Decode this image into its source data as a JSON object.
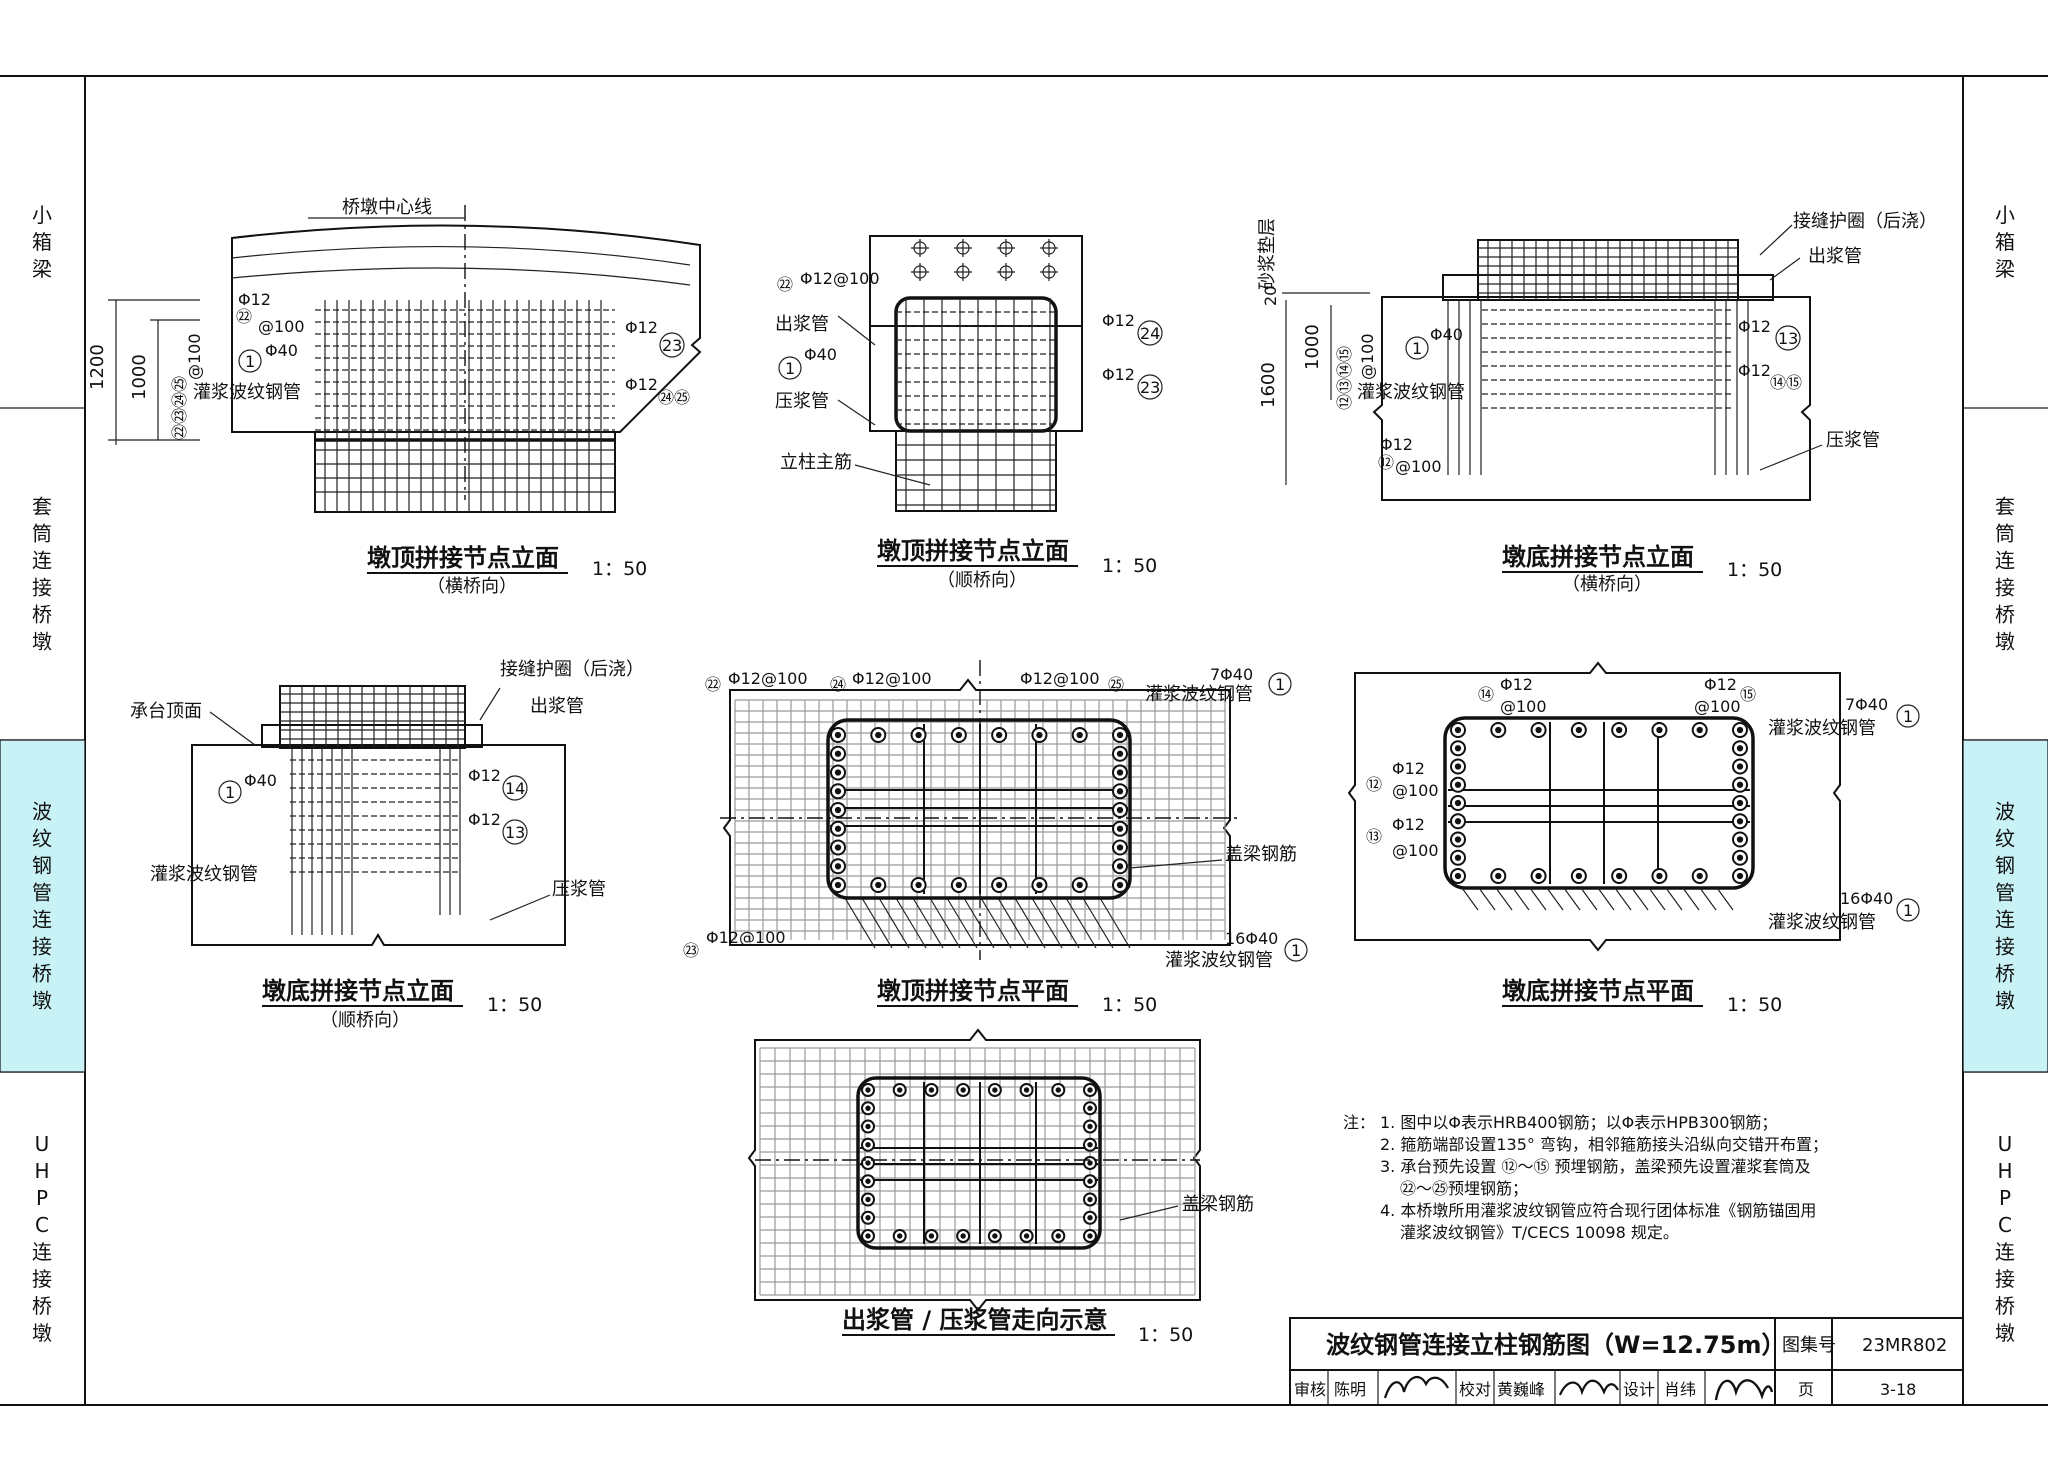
{
  "side_tabs": [
    "小箱梁",
    "套筒连接桥墩",
    "波纹钢管连接桥墩",
    "UHPC连接桥墩"
  ],
  "active_tab_color": "#c8f2f6",
  "views": {
    "v1": {
      "title": "墩顶拼接节点立面",
      "sub": "（横桥向）",
      "scale": "1：50"
    },
    "v2": {
      "title": "墩顶拼接节点立面",
      "sub": "（顺桥向）",
      "scale": "1：50"
    },
    "v3": {
      "title": "墩底拼接节点立面",
      "sub": "（横桥向）",
      "scale": "1：50"
    },
    "v4": {
      "title": "墩底拼接节点立面",
      "sub": "（顺桥向）",
      "scale": "1：50"
    },
    "v5": {
      "title": "墩顶拼接节点平面",
      "scale": "1：50"
    },
    "v6": {
      "title": "墩底拼接节点平面",
      "scale": "1：50"
    },
    "v7": {
      "title": "出浆管 / 压浆管走向示意",
      "scale": "1：50"
    }
  },
  "labels": {
    "pier_centerline": "桥墩中心线",
    "grout_pipe": "灌浆波纹钢管",
    "outlet_pipe": "出浆管",
    "inlet_pipe": "压浆管",
    "column_rebar": "立柱主筋",
    "joint_ring": "接缝护圈（后浇）",
    "cap_top": "承台顶面",
    "mortar": "砂浆垫层",
    "cap_rebar": "盖梁钢筋",
    "phi12": "Φ12",
    "phi40": "Φ40",
    "phi12_100": "Φ12@100",
    "at100": "@100",
    "n7phi40": "7Φ40",
    "n16phi40": "16Φ40",
    "dim_1200": "1200",
    "dim_1000": "1000",
    "dim_1600": "1600",
    "dim_20": "20"
  },
  "notes": {
    "head": "注：",
    "n1": "1. 图中以Φ表示HRB400钢筋；以Φ表示HPB300钢筋；",
    "n2": "2. 箍筋端部设置135° 弯钩，相邻箍筋接头沿纵向交错开布置；",
    "n3a": "3. 承台预先设置 ⑫～⑮ 预埋钢筋，盖梁预先设置灌浆套筒及",
    "n3b": "㉒～㉕预埋钢筋；",
    "n4a": "4. 本桥墩所用灌浆波纹钢管应符合现行团体标准《钢筋锚固用",
    "n4b": "灌浆波纹钢管》T/CECS 10098 规定。"
  },
  "title_block": {
    "title": "波纹钢管连接立柱钢筋图（W=12.75m）",
    "atlas_label": "图集号",
    "atlas_no": "23MR802",
    "review_label": "审核",
    "reviewer": "陈明",
    "check_label": "校对",
    "checker": "黄巍峰",
    "design_label": "设计",
    "designer": "肖纬",
    "page_label": "页",
    "page_no": "3-18"
  }
}
